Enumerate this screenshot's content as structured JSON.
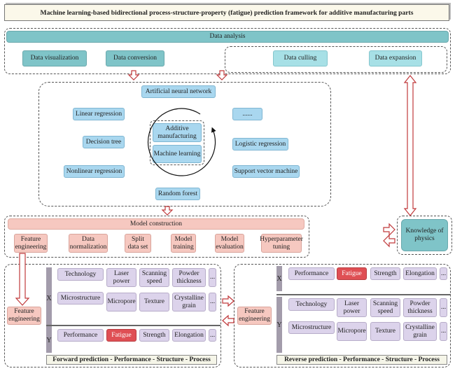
{
  "title": "Machine learning-based bidirectional process-structure-property (fatigue) prediction framework for additive manufacturing parts",
  "data_analysis": {
    "header": "Data analysis",
    "items": [
      "Data visualization",
      "Data conversion",
      "Data culling",
      "Data expansion"
    ]
  },
  "ml_methods": {
    "top": "Artificial neural network",
    "left": [
      "Linear regression",
      "Decision tree",
      "Nonlinear regression"
    ],
    "right": [
      "......",
      "Logistic regression",
      "Support vector machine"
    ],
    "bottom": "Random forest",
    "center": [
      "Additive manufacturing",
      "Machine learning"
    ]
  },
  "model_construction": {
    "header": "Model construction",
    "steps": [
      "Feature engineering",
      "Data normalization",
      "Split data set",
      "Model training",
      "Model evaluation",
      "Hyperparameter tuning"
    ]
  },
  "knowledge": "Knowledge of physics",
  "feature_engineering_label": "Feature engineering",
  "forward": {
    "x_label": "X",
    "y_label": "Y",
    "x_row1": [
      "Technology",
      "Laser power",
      "Scanning speed",
      "Powder thickness",
      "..."
    ],
    "x_row2": [
      "Microstructure",
      "Micropore",
      "Texture",
      "Crystalline grain",
      "..."
    ],
    "y_row": [
      "Performance",
      "Fatigue",
      "Strength",
      "Elongation",
      "..."
    ],
    "footer": "Forward prediction - Performance - Structure - Process"
  },
  "reverse": {
    "x_label": "X",
    "y_label": "Y",
    "x_row": [
      "Performance",
      "Fatigue",
      "Strength",
      "Elongation",
      "..."
    ],
    "y_row1": [
      "Technology",
      "Laser power",
      "Scanning speed",
      "Powder thickness",
      "..."
    ],
    "y_row2": [
      "Microstructure",
      "Micropore",
      "Texture",
      "Crystalline grain",
      "..."
    ],
    "footer": "Reverse prediction - Performance - Structure - Process"
  },
  "colors": {
    "arrow": "#c0393b",
    "fatigue": "#df4f54",
    "teal": "#7fc4c8",
    "blue": "#a9d7ef",
    "pink": "#f6c8c0",
    "purple": "#dcd3eb"
  }
}
